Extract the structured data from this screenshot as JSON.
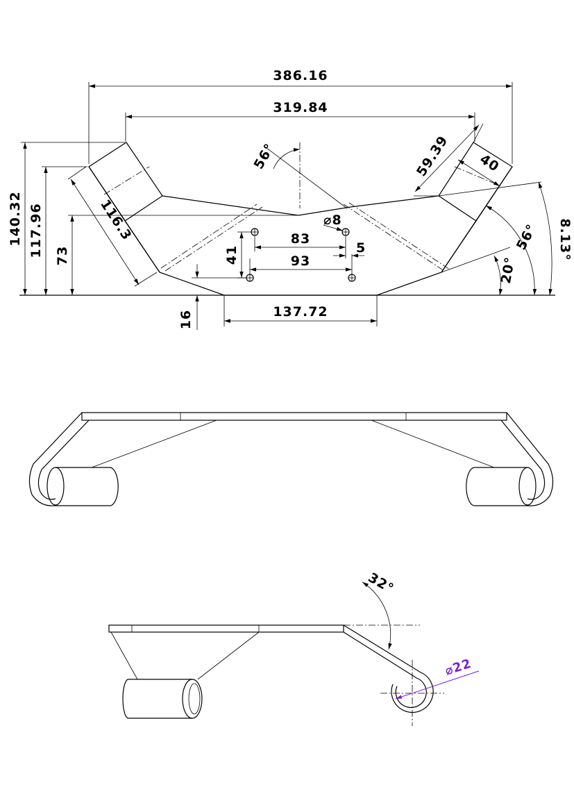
{
  "top_view": {
    "dims": {
      "overall_width": "386.16",
      "inner_width": "319.84",
      "height_total": "140.32",
      "height_mid": "117.96",
      "height_low": "73",
      "wing_length": "116.3",
      "wing_depth": "59.39",
      "wing_tip": "40",
      "angle_top": "56°",
      "angle_right": "56°",
      "angle_bottom": "20°",
      "angle_offset": "8.13°",
      "hole_span_top": "83",
      "hole_span_bottom": "93",
      "hole_vertical": "41",
      "hole_offset": "5",
      "hole_diameter": "⌀8",
      "bottom_width": "137.72",
      "bottom_offset": "16"
    }
  },
  "side_view": {
    "dims": {
      "bend_angle": "32°",
      "curl_diameter": "⌀22"
    }
  }
}
